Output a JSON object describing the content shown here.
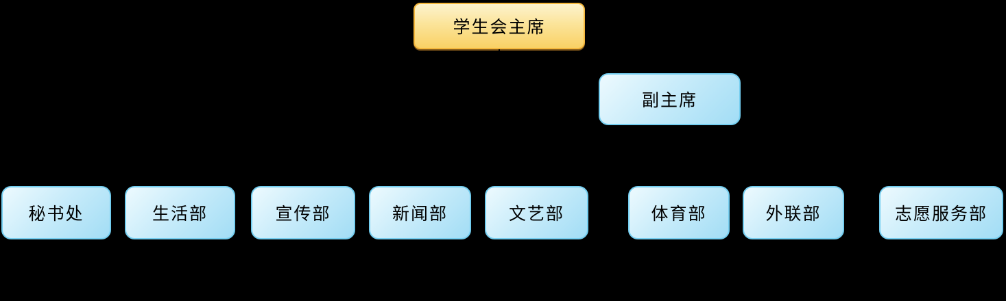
{
  "diagram": {
    "type": "org-chart",
    "background_color": "#000000",
    "text_color": "#000000",
    "connector_color": "#000000",
    "nodes": {
      "president": {
        "label": "学生会主席",
        "fill_top": "#FDF3CE",
        "fill_bottom": "#F9D165",
        "border_color": "#F5B83D"
      },
      "vice_president": {
        "label": "副主席",
        "fill_top": "#EDFAFE",
        "fill_bottom": "#A2DDF5",
        "border_color": "#74CEF0"
      },
      "departments": [
        {
          "label": "秘书处"
        },
        {
          "label": "生活部"
        },
        {
          "label": "宣传部"
        },
        {
          "label": "新闻部"
        },
        {
          "label": "文艺部"
        },
        {
          "label": "体育部"
        },
        {
          "label": "外联部"
        },
        {
          "label": "志愿服务部"
        }
      ]
    },
    "department_style": {
      "fill_top": "#EDFAFE",
      "fill_bottom": "#A2DDF5",
      "border_color": "#74CEF0"
    },
    "hierarchy": [
      {
        "from": "学生会主席",
        "to": "副主席"
      },
      {
        "from": "副主席",
        "to": [
          "秘书处",
          "生活部",
          "宣传部",
          "新闻部",
          "文艺部",
          "体育部",
          "外联部",
          "志愿服务部"
        ]
      }
    ]
  }
}
